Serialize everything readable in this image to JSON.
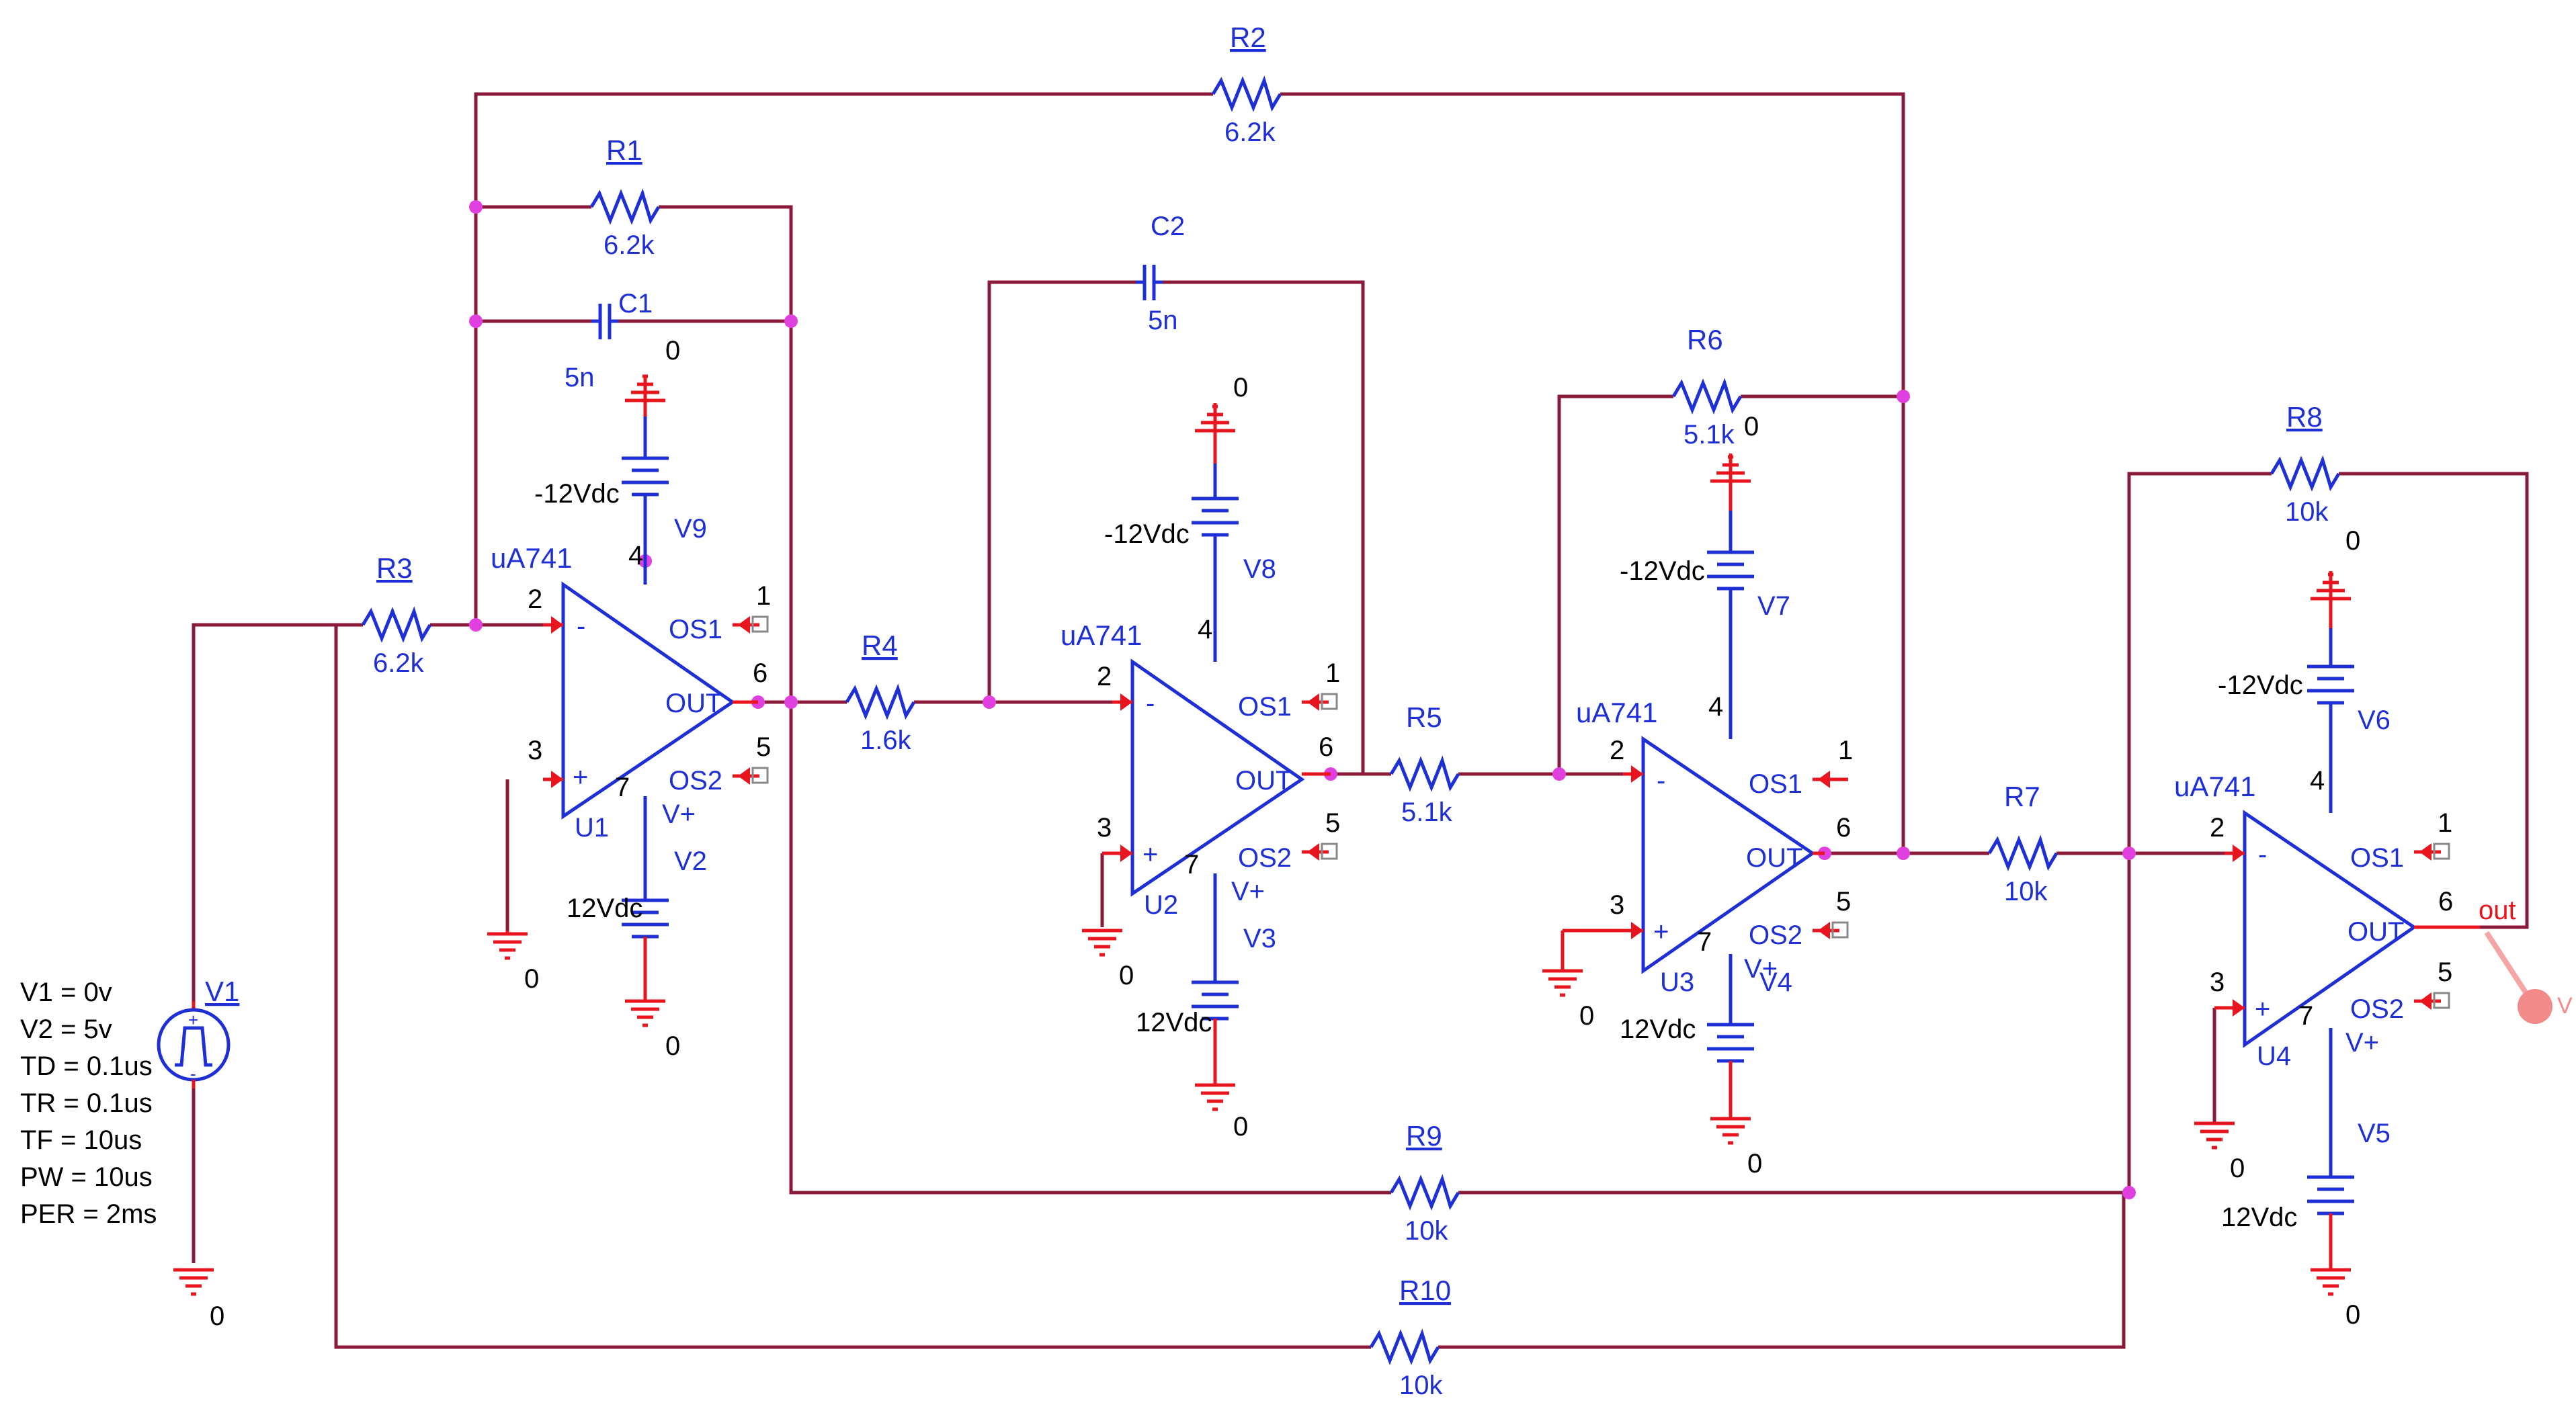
{
  "resistors": [
    {
      "ref": "R1",
      "value": "6.2k"
    },
    {
      "ref": "R2",
      "value": "6.2k"
    },
    {
      "ref": "R3",
      "value": "6.2k"
    },
    {
      "ref": "R4",
      "value": "1.6k"
    },
    {
      "ref": "R5",
      "value": "5.1k"
    },
    {
      "ref": "R6",
      "value": "5.1k"
    },
    {
      "ref": "R7",
      "value": "10k"
    },
    {
      "ref": "R8",
      "value": "10k"
    },
    {
      "ref": "R9",
      "value": "10k"
    },
    {
      "ref": "R10",
      "value": "10k"
    }
  ],
  "capacitors": [
    {
      "ref": "C1",
      "value": "5n"
    },
    {
      "ref": "C2",
      "value": "5n"
    }
  ],
  "opamps": [
    {
      "ref": "U1",
      "model": "uA741"
    },
    {
      "ref": "U2",
      "model": "uA741"
    },
    {
      "ref": "U3",
      "model": "uA741"
    },
    {
      "ref": "U4",
      "model": "uA741"
    }
  ],
  "opamp_pins": {
    "inv": "2",
    "noninv": "3",
    "vneg": "4",
    "out": "6",
    "vpos": "7",
    "os1": "1",
    "os2": "5",
    "minus_sign": "-",
    "plus_sign": "+",
    "out_label": "OUT",
    "os1_label": "OS1",
    "os2_label": "OS2",
    "vplus_label": "V+"
  },
  "supplies": [
    {
      "ref": "V2",
      "value": "12Vdc"
    },
    {
      "ref": "V3",
      "value": "12Vdc"
    },
    {
      "ref": "V4",
      "value": "12Vdc"
    },
    {
      "ref": "V5",
      "value": "12Vdc"
    },
    {
      "ref": "V6",
      "value": "-12Vdc"
    },
    {
      "ref": "V7",
      "value": "-12Vdc"
    },
    {
      "ref": "V8",
      "value": "-12Vdc"
    },
    {
      "ref": "V9",
      "value": "-12Vdc"
    }
  ],
  "source": {
    "ref": "V1",
    "params": [
      "V1 = 0v",
      "V2 = 5v",
      "TD = 0.1us",
      "TR = 0.1us",
      "TF = 10us",
      "PW = 10us",
      "PER = 2ms"
    ]
  },
  "ground_label": "0",
  "output_net": "out",
  "probe_label": "V",
  "colors": {
    "wire": "#8b1a3a",
    "part": "#1f2fd6",
    "pin": "#e8141e",
    "node": "#e040e0"
  }
}
